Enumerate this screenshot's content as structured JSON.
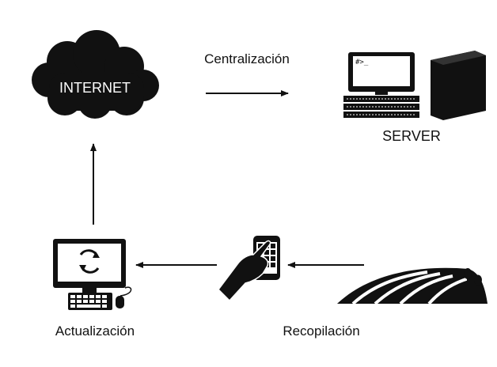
{
  "colors": {
    "ink": "#111111",
    "paper": "#ffffff"
  },
  "nodes": {
    "internet": {
      "label": "INTERNET",
      "icon": "cloud-icon"
    },
    "server": {
      "label": "SERVER",
      "terminal_prompt": "#>_",
      "icon": "server-icon"
    },
    "update": {
      "label": "Actualización",
      "icon": "desktop-sync-icon"
    },
    "collect": {
      "label": "Recopilación",
      "icon": "hand-phone-icon"
    },
    "field": {
      "icon": "field-landscape-icon"
    }
  },
  "edges": {
    "centralization": {
      "label": "Centralización"
    }
  }
}
